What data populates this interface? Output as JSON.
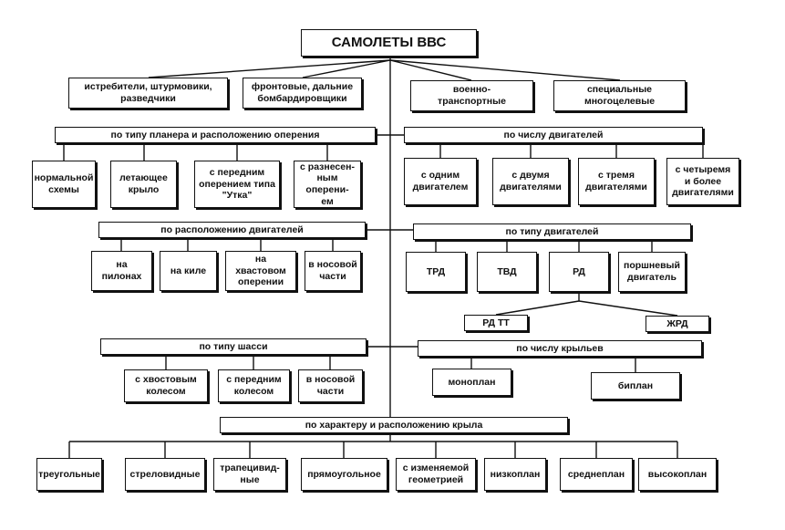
{
  "title": "САМОЛЕТЫ ВВС",
  "top_categories": [
    "истребители, штурмовики,\nразведчики",
    "фронтовые, дальние\nбомбардировщики",
    "военно-\nтранспортные",
    "специальные\nмногоцелевые"
  ],
  "by_airframe": {
    "header": "по типу планера и расположению оперения",
    "items": [
      "нормальной\nсхемы",
      "летающее\nкрыло",
      "с передним\nоперением типа\n\"Утка\"",
      "с разнесен-\nным оперени-\nем"
    ]
  },
  "by_engine_count": {
    "header": "по числу двигателей",
    "items": [
      "с одним\nдвигателем",
      "с двумя\nдвигателями",
      "с тремя\nдвигателями",
      "с четыремя\nи более\nдвигателями"
    ]
  },
  "by_engine_location": {
    "header": "по расположению двигателей",
    "items": [
      "на\nпилонах",
      "на киле",
      "на хвастовом\nоперении",
      "в носовой\nчасти"
    ]
  },
  "by_engine_type": {
    "header": "по типу двигателей",
    "items": [
      "ТРД",
      "ТВД",
      "РД",
      "поршневый\nдвигатель"
    ],
    "rd_subtypes": [
      "РД ТТ",
      "ЖРД"
    ]
  },
  "by_landing_gear": {
    "header": "по типу шасси",
    "items": [
      "с хвостовым\nколесом",
      "с передним\nколесом",
      "в носовой\nчасти"
    ]
  },
  "by_wing_count": {
    "header": "по числу крыльев",
    "items": [
      "моноплан",
      "биплан"
    ]
  },
  "by_wing": {
    "header": "по характеру и расположению крыла",
    "items": [
      "треугольные",
      "стреловидные",
      "трапецивид-\nные",
      "прямоугольное",
      "с изменяемой\nгеометрией",
      "низкоплан",
      "среднеплан",
      "высокоплан"
    ]
  }
}
